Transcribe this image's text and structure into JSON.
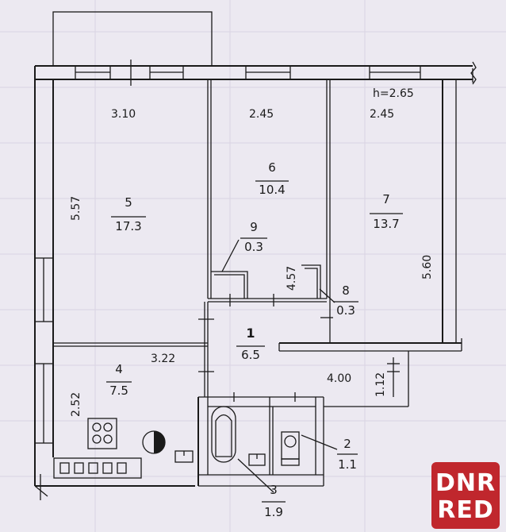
{
  "plan": {
    "height_label": "h=2.65",
    "dimensions": {
      "room5_width": "3.10",
      "room6_width": "2.45",
      "room7_width": "2.45",
      "room5_length": "5.57",
      "room7_length": "5.60",
      "room9_length": "4.57",
      "room4_width": "3.22",
      "room4_length": "2.52",
      "hall_width": "4.00",
      "hall_depth": "1.12"
    },
    "rooms": [
      {
        "number": "5",
        "area": "17.3"
      },
      {
        "number": "6",
        "area": "10.4"
      },
      {
        "number": "7",
        "area": "13.7"
      },
      {
        "number": "9",
        "area": "0.3"
      },
      {
        "number": "8",
        "area": "0.3"
      },
      {
        "number": "1",
        "area": "6.5"
      },
      {
        "number": "4",
        "area": "7.5"
      },
      {
        "number": "2",
        "area": "1.1"
      },
      {
        "number": "3",
        "area": "1.9"
      }
    ]
  },
  "watermark": {
    "line1": "DNR",
    "line2": "RED"
  }
}
